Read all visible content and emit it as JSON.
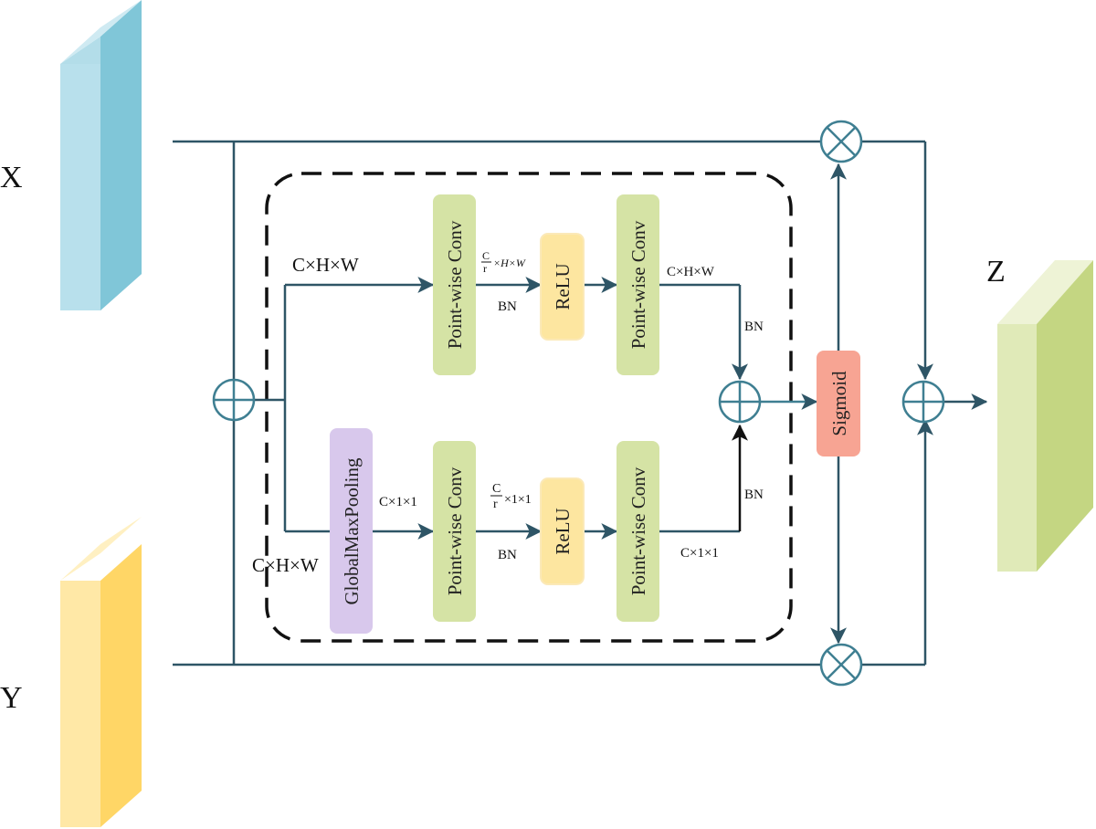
{
  "inputs": {
    "x_label": "X",
    "y_label": "Y",
    "z_label": "Z"
  },
  "blocks": {
    "top_conv1": "Point-wise Conv",
    "top_relu": "ReLU",
    "top_conv2": "Point-wise Conv",
    "bottom_gmp": "GlobalMaxPooling",
    "bottom_conv1": "Point-wise Conv",
    "bottom_relu": "ReLU",
    "bottom_conv2": "Point-wise Conv",
    "sigmoid": "Sigmoid"
  },
  "labels": {
    "top_input_dim": "C×H×W",
    "bottom_input_dim": "C×H×W",
    "top_mid_dim_frac_num": "C",
    "top_mid_dim_frac_den": "r",
    "top_mid_dim_rest": "×H×W",
    "top_bn1": "BN",
    "top_out_dim": "C×H×W",
    "top_bn2": "BN",
    "gmp_out_dim": "C×1×1",
    "bottom_mid_dim_frac_num": "C",
    "bottom_mid_dim_frac_den": "r",
    "bottom_mid_dim_rest": "×1×1",
    "bottom_bn1": "BN",
    "bottom_out_dim": "C×1×1",
    "bottom_bn2": "BN"
  },
  "colors": {
    "line": "#2e5566",
    "conv_fill": "#d5e3a5",
    "relu_fill": "#fde6a0",
    "gmp_fill": "#d8c8ec",
    "sigmoid_fill": "#f7a493",
    "x_front": "#80c6d8",
    "x_side": "#b3dde9",
    "y_front": "#ffd666",
    "y_side": "#ffe8a6",
    "z_front": "#c4d682",
    "z_side": "#e0eab8",
    "circle_stroke": "#3f7f92"
  }
}
